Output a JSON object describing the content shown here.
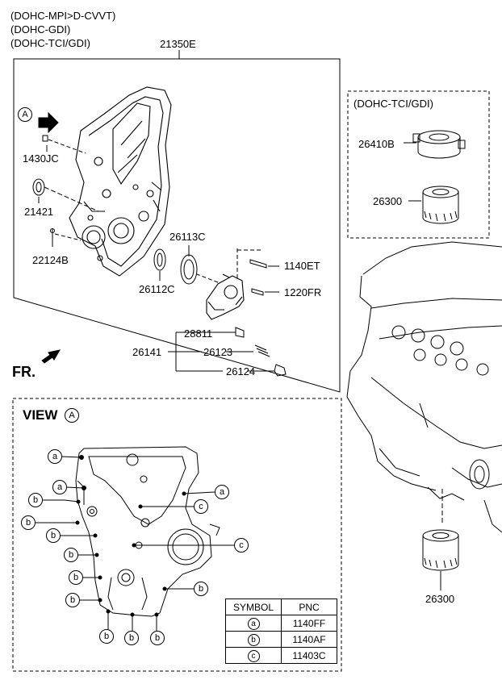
{
  "engine_variants": [
    "(DOHC-MPI>D-CVVT)",
    "(DOHC-GDI)",
    "(DOHC-TCI/GDI)"
  ],
  "top_box": {
    "assembly_part": "21350E",
    "view_marker": "A",
    "parts": {
      "p1430JC": "1430JC",
      "p21421": "21421",
      "p22124B": "22124B",
      "p26113C": "26113C",
      "p26112C": "26112C",
      "p1140ET": "1140ET",
      "p1220FR": "1220FR",
      "p28811": "28811",
      "p26141": "26141",
      "p26123": "26123",
      "p26124": "26124"
    },
    "direction_label": "FR."
  },
  "tci_box": {
    "title": "(DOHC-TCI/GDI)",
    "parts": {
      "cooler": "26410B",
      "filter": "26300"
    }
  },
  "engine_filter_part": "26300",
  "view_box": {
    "title": "VIEW",
    "marker": "A",
    "symbols": {
      "a": "a",
      "b": "b",
      "c": "c"
    },
    "table": {
      "headers": [
        "SYMBOL",
        "PNC"
      ],
      "rows": [
        {
          "symbol": "a",
          "pnc": "1140FF"
        },
        {
          "symbol": "b",
          "pnc": "1140AF"
        },
        {
          "symbol": "c",
          "pnc": "11403C"
        }
      ]
    }
  }
}
